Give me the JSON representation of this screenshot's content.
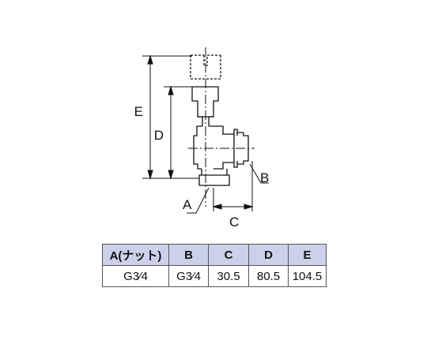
{
  "diagram": {
    "dimension_labels": {
      "a": "A",
      "b": "B",
      "c": "C",
      "d": "D",
      "e": "E"
    }
  },
  "spec_table": {
    "headers": [
      "A(ナット)",
      "B",
      "C",
      "D",
      "E"
    ],
    "rows": [
      [
        "G3⁄4",
        "G3⁄4",
        "30.5",
        "80.5",
        "104.5"
      ]
    ]
  }
}
